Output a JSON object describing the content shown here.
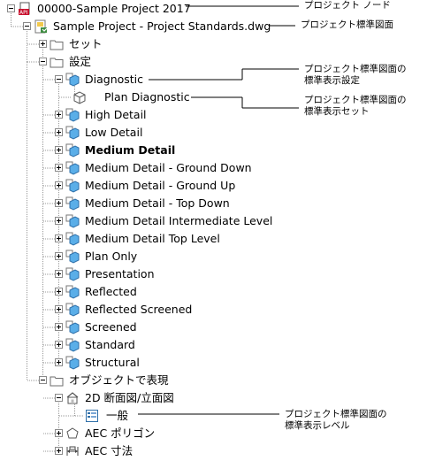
{
  "tree": {
    "root": {
      "label": "00000-Sample Project 2017",
      "icon": "project-icon"
    },
    "drawing": {
      "label": "Sample Project - Project Standards.dwg",
      "icon": "dwg-standards-icon"
    },
    "sets_folder": {
      "label": "セット",
      "icon": "folder-icon"
    },
    "config_folder": {
      "label": "設定",
      "icon": "folder-icon"
    },
    "configs": [
      {
        "label": "Diagnostic",
        "bold": false,
        "expanded": true
      },
      {
        "label": "High Detail",
        "bold": false
      },
      {
        "label": "Low Detail",
        "bold": false
      },
      {
        "label": "Medium Detail",
        "bold": true
      },
      {
        "label": "Medium Detail - Ground Down",
        "bold": false
      },
      {
        "label": "Medium Detail - Ground Up",
        "bold": false
      },
      {
        "label": "Medium Detail - Top Down",
        "bold": false
      },
      {
        "label": "Medium Detail Intermediate Level",
        "bold": false
      },
      {
        "label": "Medium Detail Top Level",
        "bold": false
      },
      {
        "label": "Plan Only",
        "bold": false
      },
      {
        "label": "Presentation",
        "bold": false
      },
      {
        "label": "Reflected",
        "bold": false
      },
      {
        "label": "Reflected Screened",
        "bold": false
      },
      {
        "label": "Screened",
        "bold": false
      },
      {
        "label": "Standard",
        "bold": false
      },
      {
        "label": "Structural",
        "bold": false
      }
    ],
    "diagnostic_child": {
      "label": "Plan Diagnostic",
      "icon": "display-set-icon"
    },
    "object_folder": {
      "label": "オブジェクトで表現",
      "icon": "folder-icon"
    },
    "section_elev": {
      "label": "2D 断面図/立面図",
      "icon": "section-elevation-icon"
    },
    "general": {
      "label": "一般",
      "icon": "display-rep-icon"
    },
    "aec_polygon": {
      "label": "AEC ポリゴン",
      "icon": "polygon-icon"
    },
    "aec_dimension": {
      "label": "AEC 寸法",
      "icon": "dimension-icon"
    }
  },
  "annotations": {
    "project_node": "プロジェクト ノード",
    "standards_drawing": "プロジェクト標準図面",
    "display_config": [
      "プロジェクト標準図面の",
      "標準表示設定"
    ],
    "display_set": [
      "プロジェクト標準図面の",
      "標準表示セット"
    ],
    "display_rep": [
      "プロジェクト標準図面の",
      "標準表示レベル"
    ]
  },
  "colors": {
    "config_icon_blue": "#5aaee8",
    "folder_outline": "#6d6d6d",
    "guide_line": "#000000"
  }
}
